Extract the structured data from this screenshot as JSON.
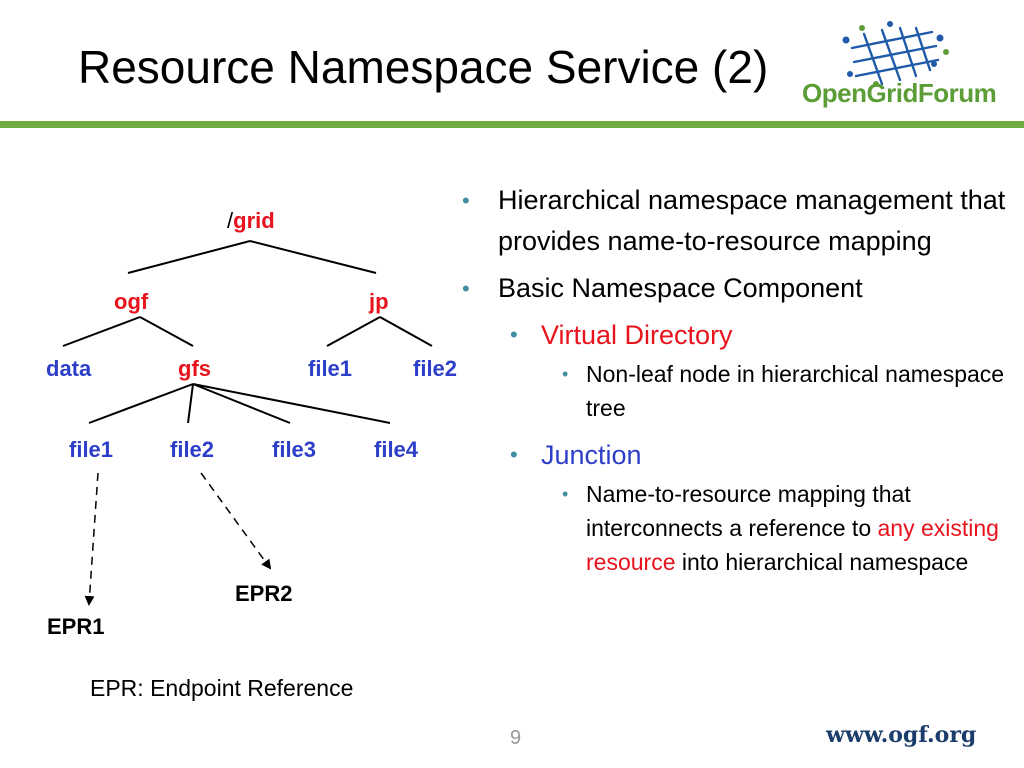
{
  "slide": {
    "title": "Resource Namespace Service (2)",
    "logo_text": "OpenGridForum",
    "page_number": "9",
    "footer_url": "www.ogf.org"
  },
  "tree": {
    "root_prefix": "/",
    "root": "grid",
    "level1": [
      "ogf",
      "jp"
    ],
    "ogf_children": [
      "data",
      "gfs"
    ],
    "jp_children": [
      "file1",
      "file2"
    ],
    "gfs_children": [
      "file1",
      "file2",
      "file3",
      "file4"
    ],
    "epr1": "EPR1",
    "epr2": "EPR2",
    "note": "EPR: Endpoint Reference"
  },
  "bullets": {
    "item1": "Hierarchical namespace management that provides name-to-resource mapping",
    "item2": "Basic Namespace Component",
    "virtual_directory": "Virtual Directory",
    "virtual_directory_desc": "Non-leaf node in hierarchical namespace tree",
    "junction": "Junction",
    "junction_desc_1": "Name-to-resource mapping that interconnects a reference to ",
    "junction_desc_highlight": "any existing resource",
    "junction_desc_2": " into hierarchical namespace"
  },
  "colors": {
    "accent_green": "#6fab3f",
    "highlight_red": "#e8131c",
    "label_blue": "#2d3ec8",
    "bullet_teal": "#3f8fa0"
  }
}
